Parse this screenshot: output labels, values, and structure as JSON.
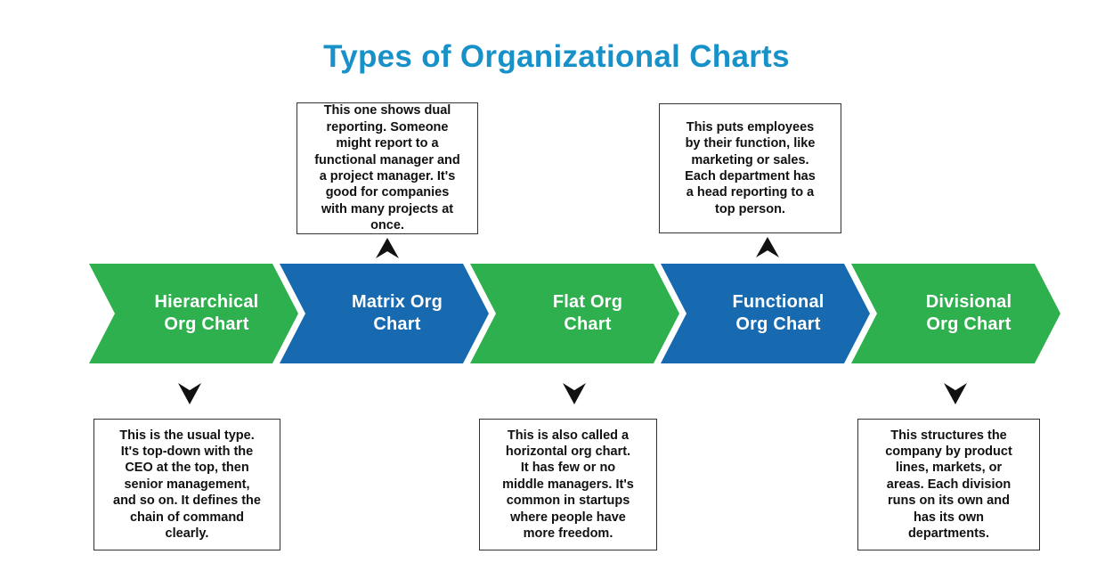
{
  "title": {
    "text": "Types of Organizational Charts"
  },
  "colors": {
    "green": "#2DB04D",
    "blue": "#1769B0",
    "title_blue": "#1791C8",
    "arrow_black": "#111111",
    "box_border": "#333333"
  },
  "chevrons": [
    {
      "id": "hierarchical",
      "label": "Hierarchical\nOrg Chart",
      "color": "green"
    },
    {
      "id": "matrix",
      "label": "Matrix Org\nChart",
      "color": "blue"
    },
    {
      "id": "flat",
      "label": "Flat Org\nChart",
      "color": "green"
    },
    {
      "id": "functional",
      "label": "Functional\nOrg Chart",
      "color": "blue"
    },
    {
      "id": "divisional",
      "label": "Divisional\nOrg Chart",
      "color": "green"
    }
  ],
  "callouts": {
    "matrix": {
      "text": "This one shows dual\nreporting. Someone\nmight report to a\nfunctional manager and\na project manager. It's\ngood for companies\nwith many projects at\nonce."
    },
    "functional": {
      "text": "This puts employees\nby their function, like\nmarketing or sales.\nEach department has\na head reporting to a\ntop person."
    },
    "hierarchical": {
      "text": "This is the usual type.\nIt's top-down with the\nCEO at the top, then\nsenior management,\nand so on. It defines the\nchain of command\nclearly."
    },
    "flat": {
      "text": "This is also called a\nhorizontal org chart.\nIt has few or no\nmiddle managers. It's\ncommon in startups\nwhere people have\nmore freedom."
    },
    "divisional": {
      "text": "This structures the\ncompany by product\nlines, markets, or\nareas. Each division\nruns on its own and\nhas its own\ndepartments."
    }
  }
}
